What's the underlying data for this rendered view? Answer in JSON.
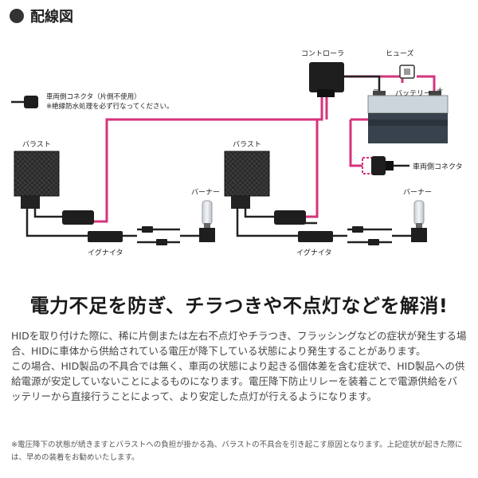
{
  "header": {
    "title": "配線図"
  },
  "diagram": {
    "labels": {
      "controller": "コントローラ",
      "fuse": "ヒューズ",
      "battery": "バッテリー",
      "battery_minus": "−",
      "battery_plus": "+",
      "vehicle_connector_unused": "車両側コネクタ（片側不使用）",
      "insulation_note": "※絶縁防水処理を必ず行なってください。",
      "vehicle_connector": "車両側コネクタ",
      "ballast_left": "バラスト",
      "ballast_right": "バラスト",
      "burner_left": "バーナー",
      "burner_right": "バーナー",
      "igniter_left": "イグナイタ",
      "igniter_right": "イグナイタ"
    },
    "colors": {
      "wire_pink": "#d6337c",
      "wire_black": "#222222",
      "battery_top": "#cdd5dc",
      "battery_body": "#37424c"
    }
  },
  "headline": "電力不足を防ぎ、チラつきや不点灯などを解消!",
  "body": {
    "p1": "HIDを取り付けた際に、稀に片側または左右不点灯やチラつき、フラッシングなどの症状が発生する場合、HIDに車体から供給されている電圧が降下している状態により発生することがあります。",
    "p2": "この場合、HID製品の不具合では無く、車両の状態により起きる個体差を含む症状で、HID製品への供給電源が安定していないことによるものになります。電圧降下防止リレーを装着ことで電源供給をバッテリーから直接行うことによって、より安定した点灯が行えるようになります。"
  },
  "note": "※電圧降下の状態が続きますとバラストへの負担が掛かる為、バラストの不具合を引き起こす原因となります。上記症状が起きた際には、早めの装着をお勧めいたします。"
}
